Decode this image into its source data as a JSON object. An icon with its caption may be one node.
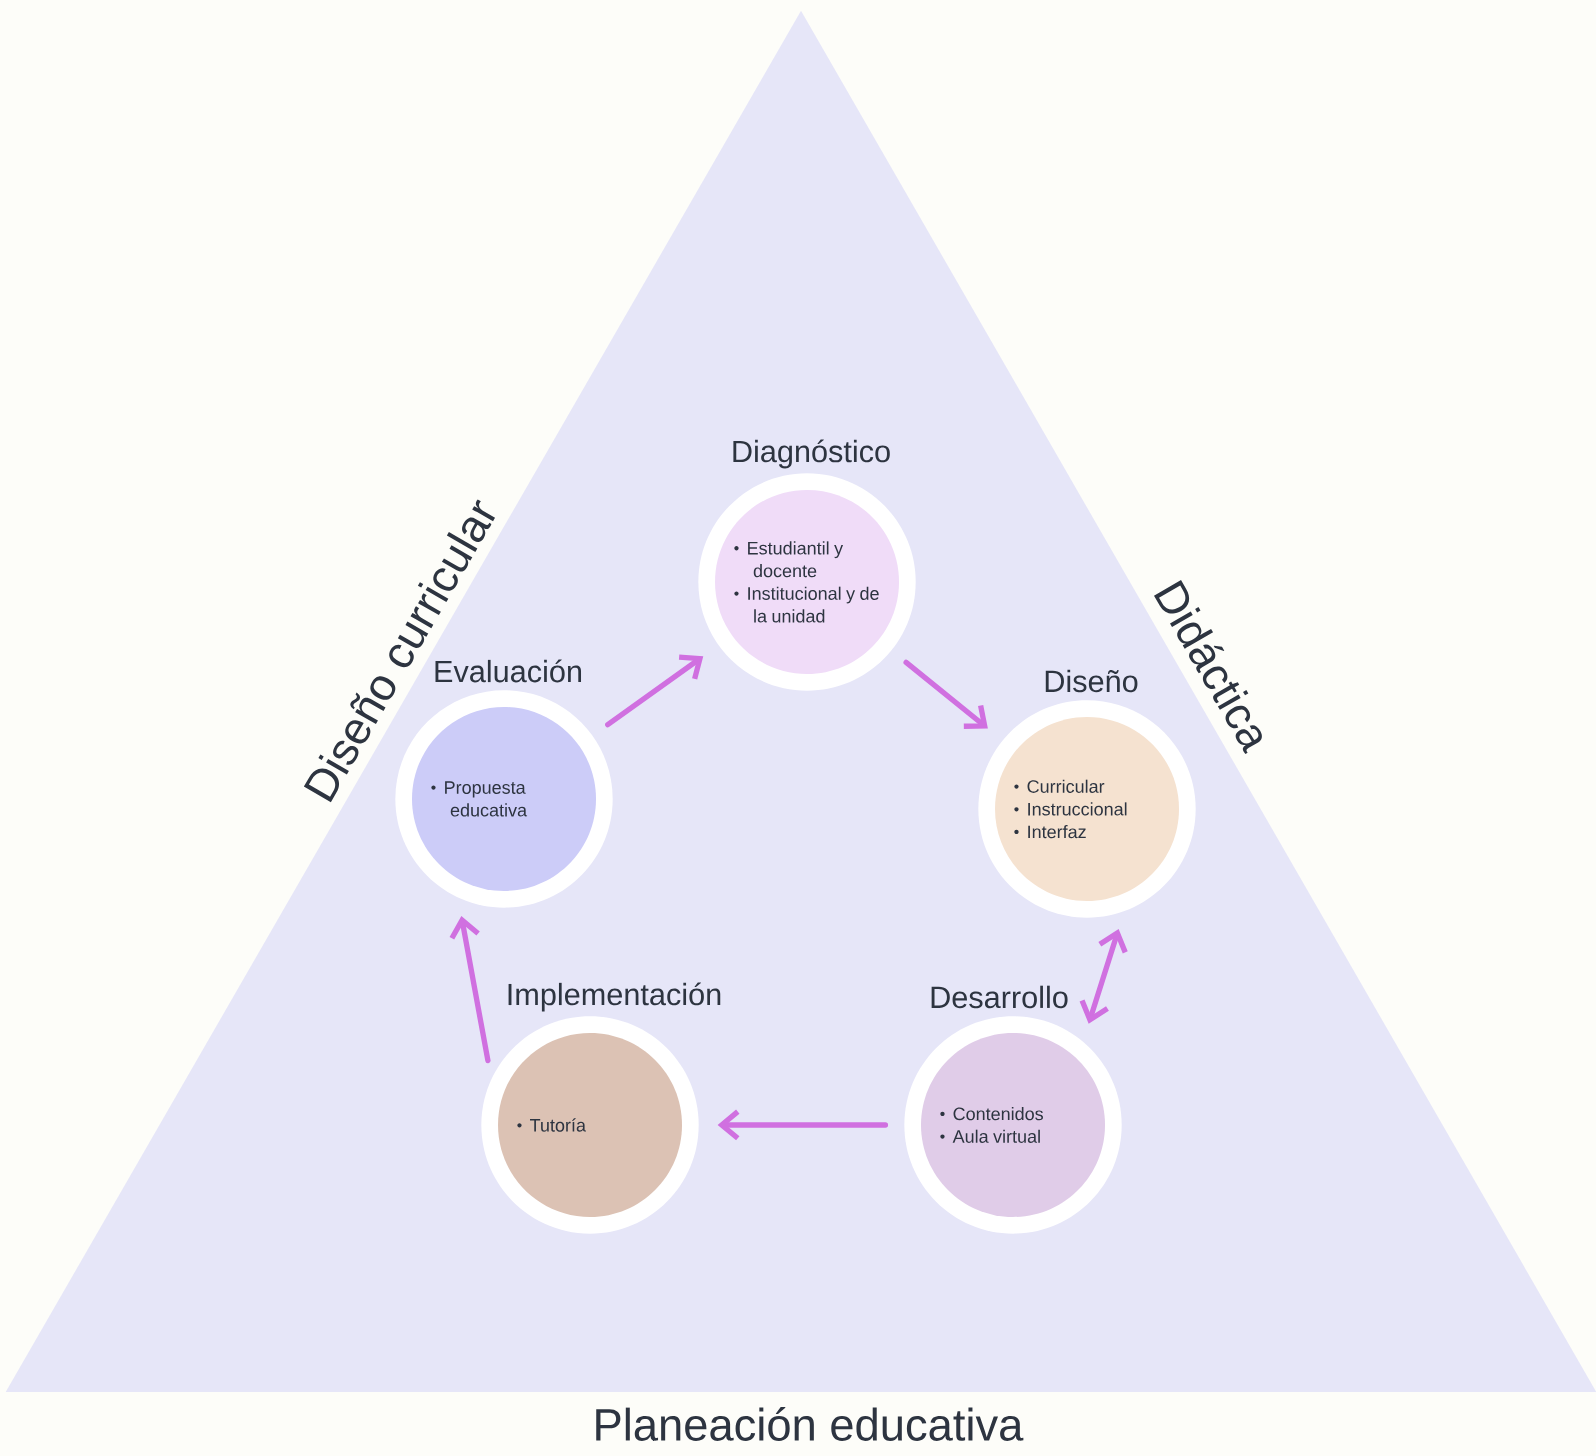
{
  "diagram": {
    "nodes": [
      {
        "text": [
          "Diseño curricular",
          "Didáctica",
          "Planeación educativa"
        ]
      },
      {
        "text": [
          "Diagnóstico",
          "Estudiantil y docente",
          "Institucional y de la unidad"
        ],
        "in": 0
      },
      {
        "text": [
          "Diseño",
          "Curricular",
          "Instruccional",
          "Interfaz"
        ],
        "in": 0
      },
      {
        "text": [
          "Desarrollo",
          "Contenidos",
          "Aula virtual"
        ],
        "in": 0
      },
      {
        "text": [
          "Implementación",
          "Tutoría"
        ],
        "in": 0
      },
      {
        "text": [
          "Evaluación",
          "Propuesta educativa"
        ],
        "in": 0
      }
    ],
    "edges": [
      {
        "from": 5,
        "to": 1,
        "arrow": "to"
      },
      {
        "from": 1,
        "to": 2,
        "arrow": "to"
      },
      {
        "from": 2,
        "to": 3,
        "arrow": "both"
      },
      {
        "from": 3,
        "to": 4,
        "arrow": "to"
      },
      {
        "from": 4,
        "to": 5,
        "arrow": "to"
      }
    ]
  }
}
